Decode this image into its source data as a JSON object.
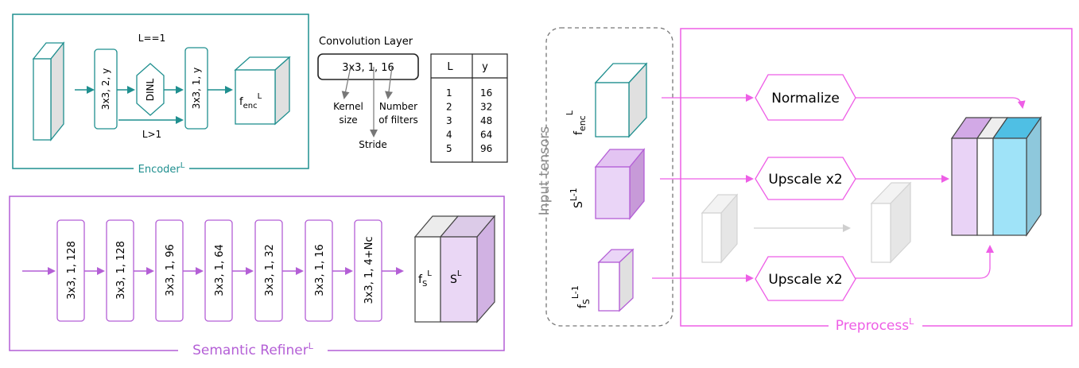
{
  "colors": {
    "encoder": "#1f8f8f",
    "refiner": "#b45fd6",
    "preprocess": "#ee5ee6",
    "ghost": "#cfcfcf",
    "text": "#222222"
  },
  "encoder": {
    "title": "Encoder",
    "title_sup": "L",
    "conv_a": "3x3, 2, y",
    "dinl": "DINL",
    "conv_b": "3x3, 1, y",
    "cond_top": "L==1",
    "cond_bottom": "L>1",
    "output": "f",
    "output_sub": "enc",
    "output_sup": "L"
  },
  "legend": {
    "title": "Convolution Layer",
    "example": "3x3, 1, 16",
    "kernel_1": "Kernel",
    "kernel_2": "size",
    "stride": "Stride",
    "filters_1": "Number",
    "filters_2": "of filters"
  },
  "table": {
    "headers": [
      "L",
      "y"
    ],
    "rows": [
      [
        "1",
        "16"
      ],
      [
        "2",
        "32"
      ],
      [
        "3",
        "48"
      ],
      [
        "4",
        "64"
      ],
      [
        "5",
        "96"
      ]
    ]
  },
  "refiner": {
    "title": "Semantic Refiner",
    "title_sup": "L",
    "layers": [
      "3x3, 1, 128",
      "3x3, 1, 128",
      "3x3, 1, 96",
      "3x3, 1, 64",
      "3x3, 1, 32",
      "3x3, 1, 16",
      "3x3, 1, 4+Nc"
    ],
    "out_f": "f",
    "out_f_sub": "S",
    "out_f_sup": "L",
    "out_s": "S",
    "out_s_sup": "L"
  },
  "inputs": {
    "title": "Input tensors",
    "t1": "f",
    "t1_sub": "enc",
    "t1_sup": "L",
    "t2": "S",
    "t2_sup": "L-1",
    "t3": "f",
    "t3_sub": "S",
    "t3_sup": "L-1"
  },
  "preprocess": {
    "title": "Preprocess",
    "title_sup": "L",
    "op1": "Normalize",
    "op2": "Upscale x2",
    "op3": "Upscale x2"
  }
}
